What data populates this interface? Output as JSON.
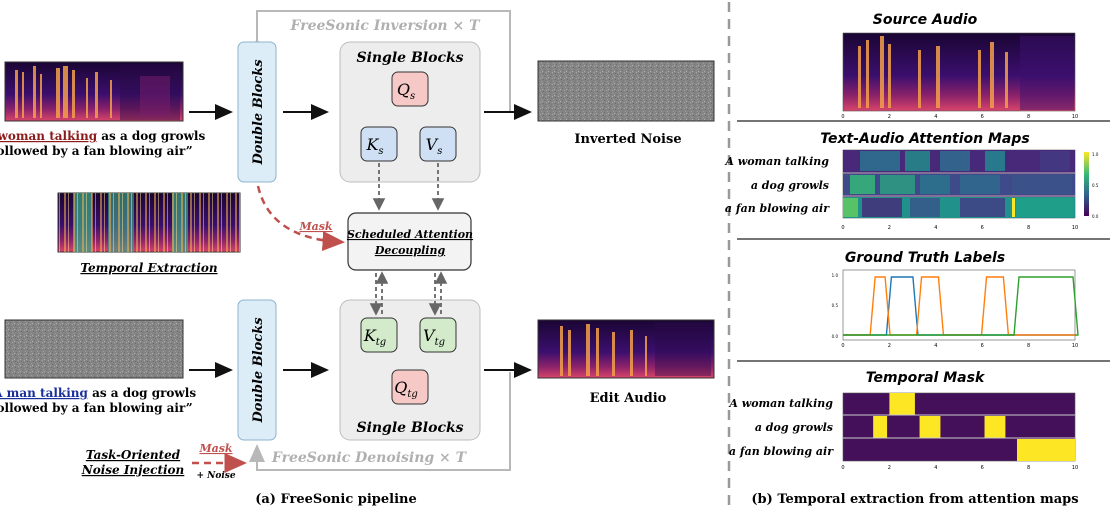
{
  "pipeline": {
    "caption": "(a) FreeSonic pipeline",
    "inversion_label": "FreeSonic Inversion × T",
    "denoising_label": "FreeSonic Denoising × T",
    "double_blocks_label": "Double Blocks",
    "single_blocks_label": "Single Blocks",
    "q_s": "Q",
    "q_s_sub": "s",
    "k_s": "K",
    "k_s_sub": "s",
    "v_s": "V",
    "v_s_sub": "s",
    "k_tg": "K",
    "k_tg_sub": "tg",
    "v_tg": "V",
    "v_tg_sub": "tg",
    "q_tg": "Q",
    "q_tg_sub": "tg",
    "attention_line1": "Scheduled Attention",
    "attention_line2": "Decoupling",
    "mask_label_1": "Mask",
    "mask_label_2": "Mask",
    "plus_noise": "+ Noise",
    "inverted_noise": "Inverted Noise",
    "edit_audio": "Edit Audio",
    "temporal_extraction": "Temporal Extraction",
    "task_noise_line1": "Task-Oriented",
    "task_noise_line2": "Noise Injection",
    "source_prompt_open": "“",
    "source_prompt_highlight": "A woman talking",
    "source_prompt_rest1": " as a dog growls",
    "source_prompt_line2": "followed by a fan blowing air”",
    "target_prompt_open": "“",
    "target_prompt_highlight": "A man talking",
    "target_prompt_rest1": " as a dog growls",
    "target_prompt_line2": "followed by a fan blowing air”"
  },
  "extraction": {
    "caption": "(b) Temporal extraction from attention maps",
    "source_audio_title": "Source Audio",
    "attention_title": "Text-Audio Attention Maps",
    "ground_truth_title": "Ground Truth Labels",
    "temporal_mask_title": "Temporal Mask",
    "rows": [
      "A woman talking",
      "a dog growls",
      "a fan blowing air"
    ],
    "x_ticks": [
      "0",
      "2",
      "4",
      "6",
      "8",
      "10"
    ],
    "colorbar_ticks": [
      "1.0",
      "0.5",
      "0.0"
    ],
    "gt_y_ticks": [
      "1.0",
      "0.5",
      "0.0"
    ]
  },
  "colors": {
    "double_blocks_fill": "#dcedf7",
    "single_blocks_fill": "#ededed",
    "q_fill": "#f6c9c6",
    "k_fill": "#cfe0f4",
    "v_fill": "#cfe0f4",
    "tg_fill": "#d3ebcb",
    "mask_arrow": "#c0504d",
    "woman_highlight": "#8b1a1a",
    "man_highlight": "#1a2f9a",
    "mask_purple": "#44105a",
    "mask_yellow": "#fde725",
    "woman_gt": "#1f77b4",
    "dog_gt": "#ff7f0e",
    "fan_gt": "#2ca02c"
  },
  "chart_data": {
    "type": "line",
    "x": [
      0,
      10
    ],
    "xlim": [
      0,
      10
    ],
    "ylim": [
      0,
      1
    ],
    "series": [
      {
        "intervals": [
          [
            2.0,
            3.1
          ]
        ]
      },
      {
        "intervals": [
          [
            1.3,
            1.9
          ],
          [
            3.3,
            4.2
          ],
          [
            6.1,
            7.0
          ]
        ]
      },
      {
        "intervals": [
          [
            7.5,
            10.0
          ]
        ]
      }
    ]
  }
}
